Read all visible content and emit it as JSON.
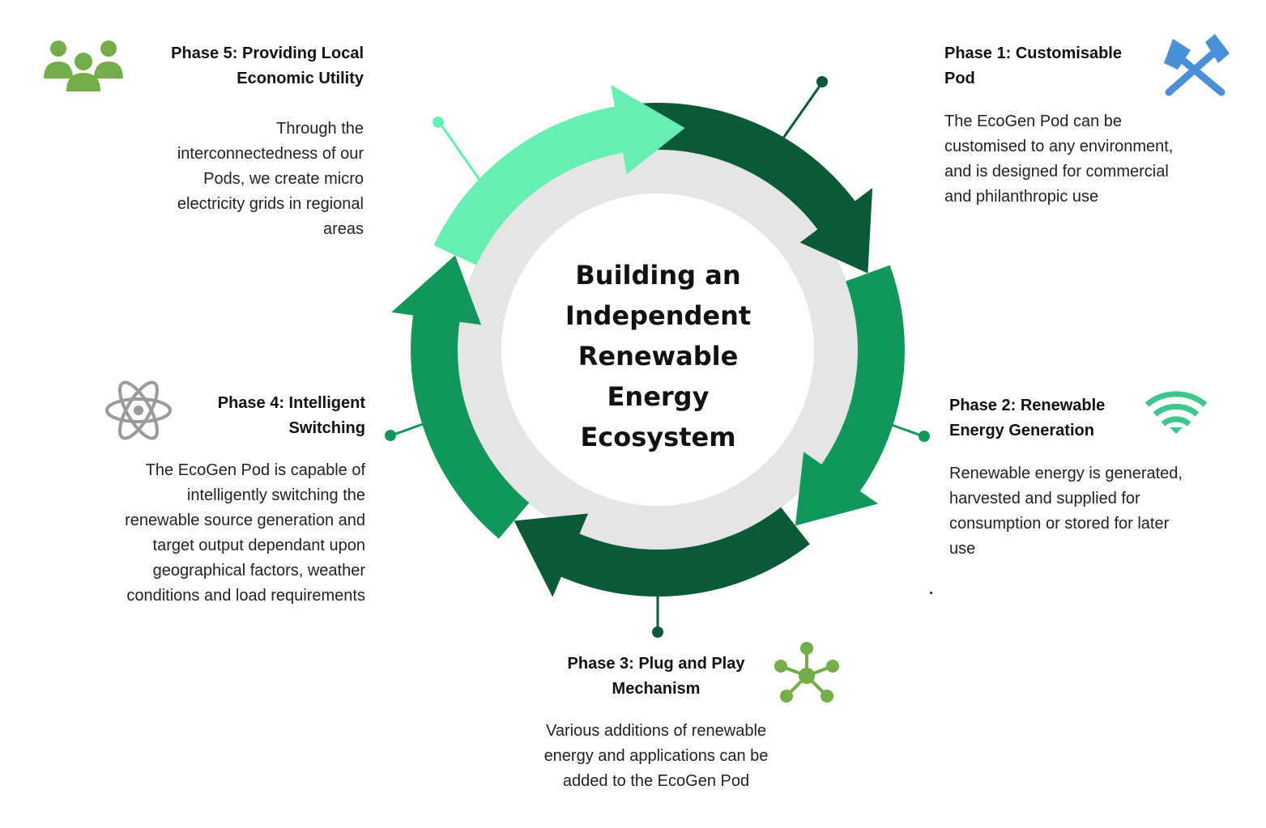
{
  "diagram": {
    "title": "Building an Independent Renewable Energy Ecosystem",
    "colors": {
      "dark_green": "#0b5a37",
      "mid_green": "#11975a",
      "light_green": "#66efb0",
      "inner_ring": "#e5e5e5",
      "icon_green": "#72ad48",
      "icon_blue": "#4a90d9",
      "icon_teal": "#40c490",
      "icon_gray": "#9a9a9a"
    },
    "phases": [
      {
        "title": "Phase 1: Customisable Pod",
        "description": "The EcoGen Pod can be customised to any environment, and is designed for commercial and philanthropic use",
        "icon": "hammer-pick-icon"
      },
      {
        "title": "Phase 2: Renewable Energy Generation",
        "description": "Renewable energy is generated, harvested and supplied for consumption or stored for later use",
        "icon": "wifi-icon"
      },
      {
        "title": "Phase 3: Plug and Play Mechanism",
        "description": "Various additions of renewable energy and applications can be added to the EcoGen Pod",
        "icon": "network-hub-icon"
      },
      {
        "title": "Phase 4: Intelligent Switching",
        "description": "The EcoGen Pod is capable of intelligently switching the renewable source generation and target output dependant upon geographical factors, weather conditions and load requirements",
        "icon": "atom-icon"
      },
      {
        "title": "Phase 5: Providing Local Economic Utility",
        "description": "Through the interconnectedness of our Pods, we create micro electricity grids in regional areas",
        "icon": "people-group-icon"
      }
    ]
  }
}
